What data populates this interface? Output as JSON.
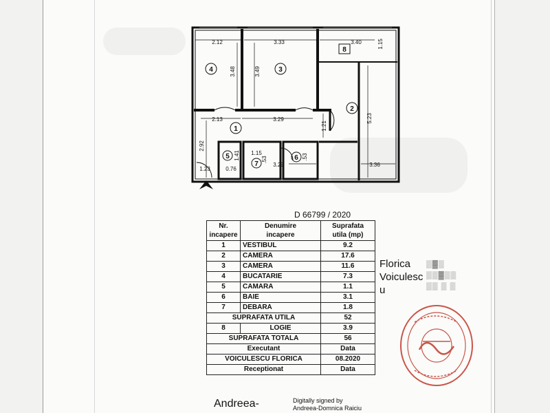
{
  "plan": {
    "dimensions": {
      "room4_width": "2.12",
      "room3_width": "3.33",
      "logie_width": "3.40",
      "logie_depth": "1.15",
      "room4_depth": "3.48",
      "room3_depth": "3.49",
      "room2_depth": "5.23",
      "vestibul_left": "2.13",
      "vestibul_right": "3.29",
      "vestibul_small": "1.21",
      "side_left": "2.92",
      "camara_h": "1.41",
      "debara_w": "1.15",
      "debara_h": ".53",
      "camara_w": "0.76",
      "baie_w": "3.29",
      "baie_h": ".53",
      "room2_width": "3.36",
      "entry": "1.23"
    },
    "room_numbers": [
      "1",
      "2",
      "3",
      "4",
      "5",
      "6",
      "7",
      "8"
    ]
  },
  "document_number": "D 66799 / 2020",
  "table": {
    "headers": {
      "nr_1": "Nr.",
      "nr_2": "incapere",
      "name_1": "Denumire",
      "name_2": "incapere",
      "area_1": "Suprafata",
      "area_2": "utila (mp)"
    },
    "rows": [
      {
        "nr": "1",
        "name": "VESTIBUL",
        "area": "9.2"
      },
      {
        "nr": "2",
        "name": "CAMERA",
        "area": "17.6"
      },
      {
        "nr": "3",
        "name": "CAMERA",
        "area": "11.6"
      },
      {
        "nr": "4",
        "name": "BUCATARIE",
        "area": "7.3"
      },
      {
        "nr": "5",
        "name": "CAMARA",
        "area": "1.1"
      },
      {
        "nr": "6",
        "name": "BAIE",
        "area": "3.1"
      },
      {
        "nr": "7",
        "name": "DEBARA",
        "area": "1.8"
      }
    ],
    "useful_label": "SUPRAFATA UTILA",
    "useful_value": "52",
    "logie_nr": "8",
    "logie_name": "LOGIE",
    "logie_area": "3.9",
    "total_label": "SUPRAFATA TOTALA",
    "total_value": "56",
    "executant_label": "Executant",
    "data_label_1": "Data",
    "executant_name": "VOICULESCU FLORICA",
    "executant_date": "08.2020",
    "receptionat_label": "Receptionat",
    "data_label_2": "Data"
  },
  "signature": {
    "line1": "Florica",
    "line2": "Voiculesc",
    "line3": "u"
  },
  "footer": {
    "name": "Andreea-",
    "signed_1": "Digitally signed by",
    "signed_2": "Andreea-Domnica Raiciu"
  },
  "colors": {
    "ink": "#111111",
    "stamp": "#c0392b",
    "paper": "#fbfbf9"
  }
}
